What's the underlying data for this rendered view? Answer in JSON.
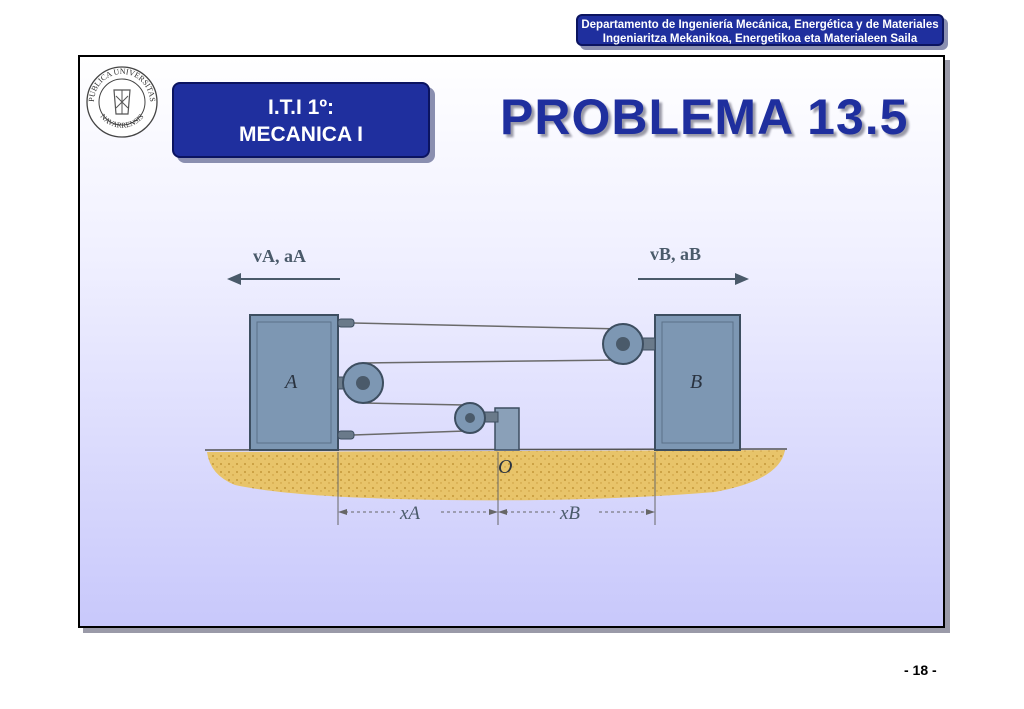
{
  "header": {
    "dept_line1": "Departamento de Ingeniería Mecánica, Energética y de Materiales",
    "dept_line2": "Ingeniaritza Mekanikoa, Energetikoa eta Materialeen Saila"
  },
  "seal": {
    "text_top": "PUBLICA UNIVERSITAS",
    "text_bottom": "NAVARRENSIS"
  },
  "course": {
    "line1": "I.T.I 1º:",
    "line2": "MECANICA I"
  },
  "title": "PROBLEMA 13.5",
  "diagram": {
    "velocity_a": "vA, aA",
    "velocity_b": "vB, aB",
    "block_a": "A",
    "block_b": "B",
    "origin": "O",
    "dim_a": "xA",
    "dim_b": "xB"
  },
  "footer": {
    "page": "- 18 -"
  },
  "colors": {
    "accent": "#1f2f9e",
    "block": "#7d97b3",
    "ground": "#e8c46a"
  }
}
